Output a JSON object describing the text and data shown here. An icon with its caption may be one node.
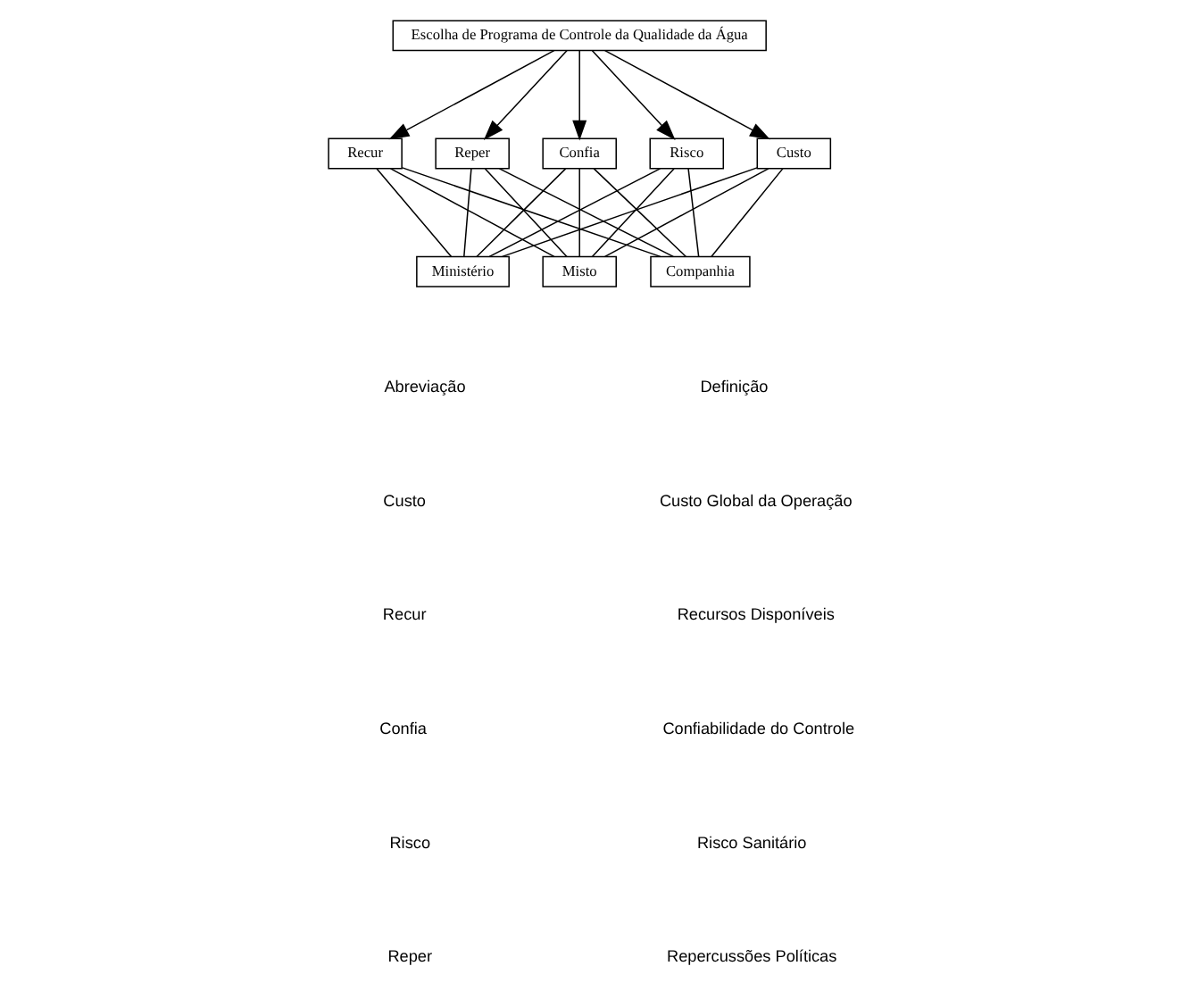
{
  "diagram": {
    "nodes": [
      {
        "text": [
          "Escolha de Programa de Controle da Qualidade da Água"
        ]
      },
      {
        "text": [
          "Custo"
        ]
      },
      {
        "text": [
          "Recur"
        ]
      },
      {
        "text": [
          "Reper"
        ]
      },
      {
        "text": [
          "Confia"
        ]
      },
      {
        "text": [
          "Risco"
        ]
      },
      {
        "text": [
          "Ministério"
        ]
      },
      {
        "text": [
          "Misto"
        ]
      },
      {
        "text": [
          "Companhia"
        ]
      }
    ],
    "edges": [
      {
        "from": 0,
        "to": 1,
        "arrow": "to"
      },
      {
        "from": 0,
        "to": 2,
        "arrow": "to"
      },
      {
        "from": 0,
        "to": 3,
        "arrow": "to"
      },
      {
        "from": 0,
        "to": 4,
        "arrow": "to"
      },
      {
        "from": 0,
        "to": 5,
        "arrow": "to"
      },
      {
        "from": 1,
        "to": 6,
        "arrow": "none"
      },
      {
        "from": 1,
        "to": 7,
        "arrow": "none"
      },
      {
        "from": 1,
        "to": 8,
        "arrow": "none"
      },
      {
        "from": 2,
        "to": 6,
        "arrow": "none"
      },
      {
        "from": 2,
        "to": 7,
        "arrow": "none"
      },
      {
        "from": 2,
        "to": 8,
        "arrow": "none"
      },
      {
        "from": 3,
        "to": 6,
        "arrow": "none"
      },
      {
        "from": 3,
        "to": 7,
        "arrow": "none"
      },
      {
        "from": 3,
        "to": 8,
        "arrow": "none"
      },
      {
        "from": 4,
        "to": 6,
        "arrow": "none"
      },
      {
        "from": 4,
        "to": 7,
        "arrow": "none"
      },
      {
        "from": 4,
        "to": 8,
        "arrow": "none"
      },
      {
        "from": 5,
        "to": 6,
        "arrow": "none"
      },
      {
        "from": 5,
        "to": 7,
        "arrow": "none"
      },
      {
        "from": 5,
        "to": 8,
        "arrow": "none"
      }
    ],
    "labels": [
      "Abreviação",
      "Definição",
      "Custo",
      "Custo Global da Operação",
      "Recur",
      "Recursos Disponíveis",
      "Confia",
      "Confiabilidade do Controle",
      "Risco",
      "Risco Sanitário",
      "Reper",
      "Repercussões Políticas"
    ]
  }
}
